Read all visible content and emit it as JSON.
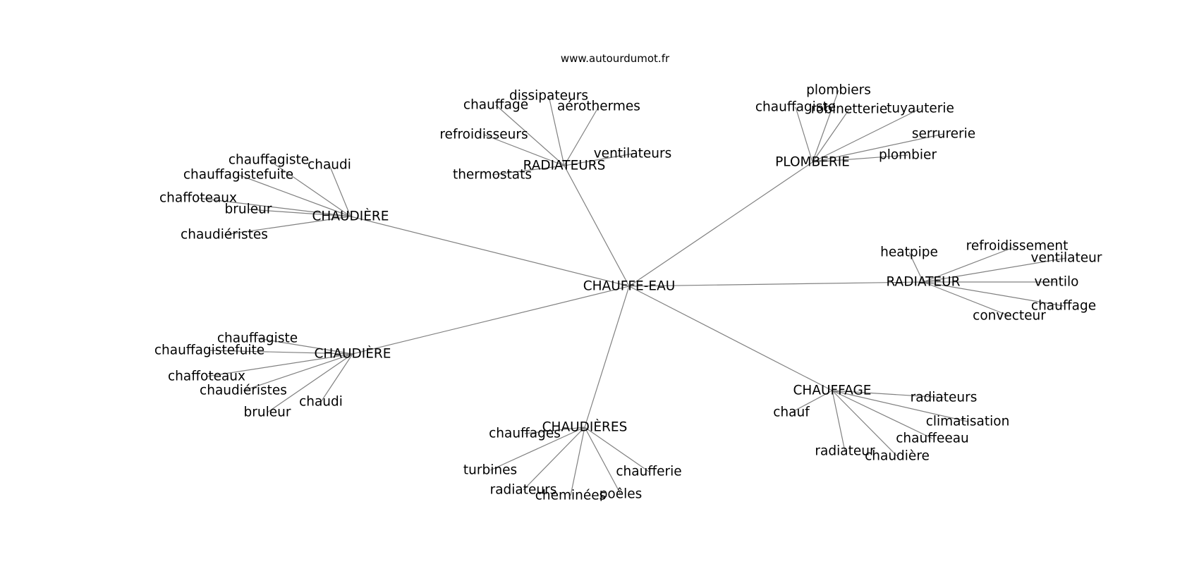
{
  "site_label": "www.autourdumot.fr",
  "center": {
    "id": "center",
    "label": "CHAUFFE-EAU"
  },
  "clusters": [
    {
      "id": "chaudiere-top",
      "label": "CHAUDIÈRE",
      "leaves": [
        "chauffagiste",
        "chaudi",
        "chauffagistefuite",
        "chaffoteaux",
        "bruleur",
        "chaudiéristes"
      ]
    },
    {
      "id": "radiateurs",
      "label": "RADIATEURS",
      "leaves": [
        "dissipateurs",
        "chauffage",
        "aérothermes",
        "refroidisseurs",
        "ventilateurs",
        "thermostats"
      ]
    },
    {
      "id": "plomberie",
      "label": "PLOMBERIE",
      "leaves": [
        "plombiers",
        "chauffagiste",
        "robinetterie",
        "tuyauterie",
        "serrurerie",
        "plombier"
      ]
    },
    {
      "id": "radiateur",
      "label": "RADIATEUR",
      "leaves": [
        "heatpipe",
        "refroidissement",
        "ventilateur",
        "ventilo",
        "chauffage",
        "convecteur"
      ]
    },
    {
      "id": "chauffage",
      "label": "CHAUFFAGE",
      "leaves": [
        "radiateurs",
        "chauf",
        "climatisation",
        "chauffeeau",
        "radiateur",
        "chaudière"
      ]
    },
    {
      "id": "chaudieres",
      "label": "CHAUDIÈRES",
      "leaves": [
        "chauffages",
        "turbines",
        "chaufferie",
        "radiateurs",
        "cheminées",
        "poêles"
      ]
    },
    {
      "id": "chaudiere-bottom",
      "label": "CHAUDIÈRE",
      "leaves": [
        "chauffagiste",
        "chauffagistefuite",
        "chaffoteaux",
        "chaudiéristes",
        "chaudi",
        "bruleur"
      ]
    }
  ]
}
